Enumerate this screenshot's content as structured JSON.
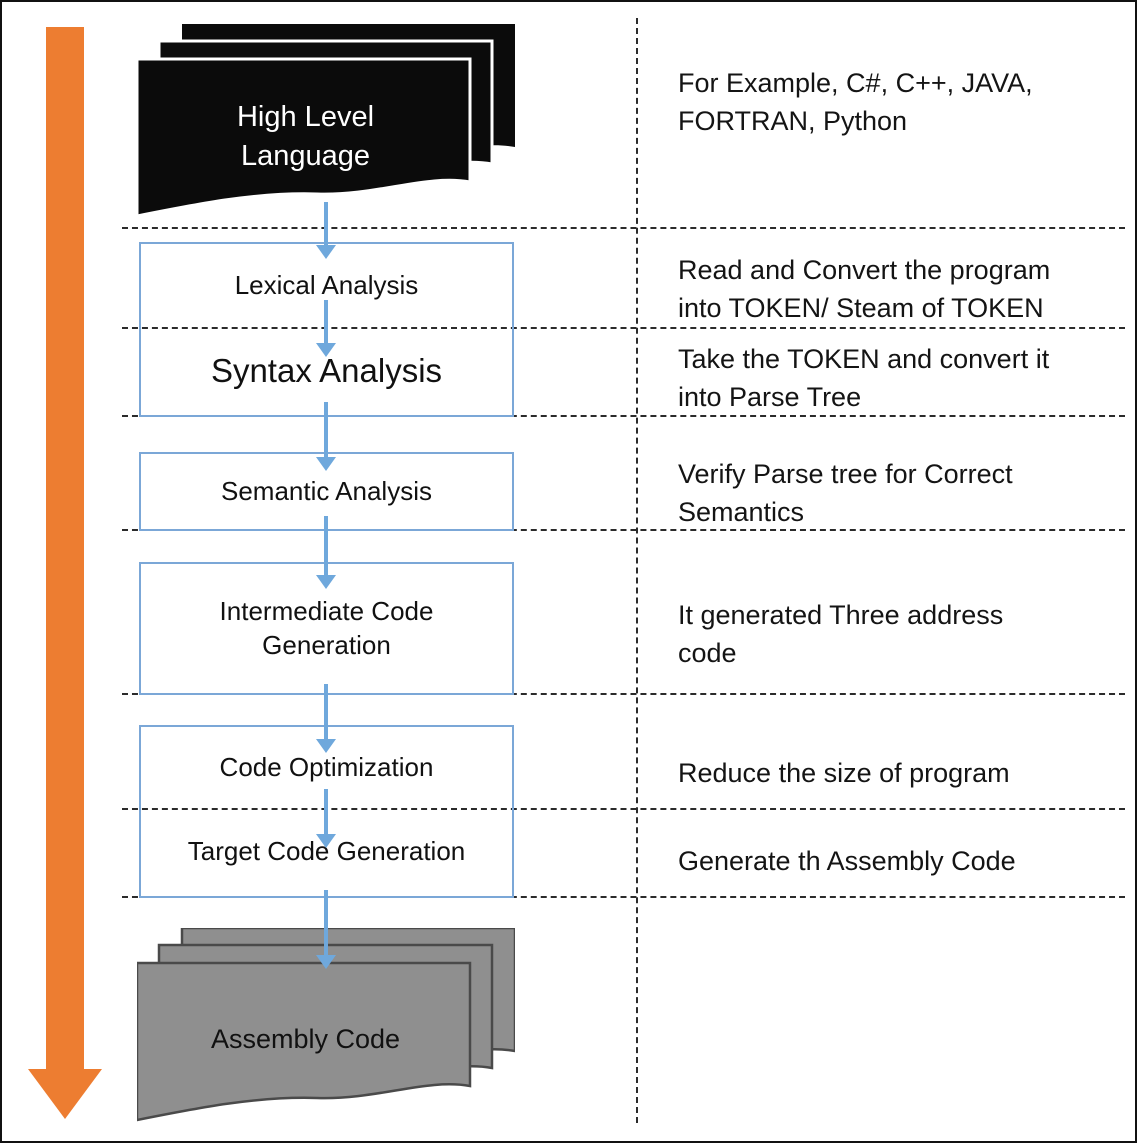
{
  "source": {
    "label": "High Level\nLanguage",
    "note": "For Example, C#, C++, JAVA,\nFORTRAN, Python"
  },
  "stages": [
    {
      "label": "Lexical Analysis",
      "note": "Read and Convert the program\ninto TOKEN/ Steam of TOKEN"
    },
    {
      "label": "Syntax Analysis",
      "note": "Take the TOKEN and convert it\ninto Parse Tree"
    },
    {
      "label": "Semantic Analysis",
      "note": "Verify Parse tree for Correct\nSemantics"
    },
    {
      "label": "Intermediate Code\nGeneration",
      "note": "It generated Three address\ncode"
    },
    {
      "label": "Code Optimization",
      "note": "Reduce the size of program"
    },
    {
      "label": "Target Code Generation",
      "note": "Generate th Assembly Code"
    }
  ],
  "output": {
    "label": "Assembly Code"
  },
  "colors": {
    "process_flow_arrow_orange": "#ED7D31",
    "stage_arrow_blue": "#6FA8DC",
    "stage_box_border_blue": "#7BA7D7",
    "source_stack_fill": "#0B0B0B",
    "output_stack_fill": "#8F8F8F",
    "dashed_line": "#2B2B2B"
  }
}
